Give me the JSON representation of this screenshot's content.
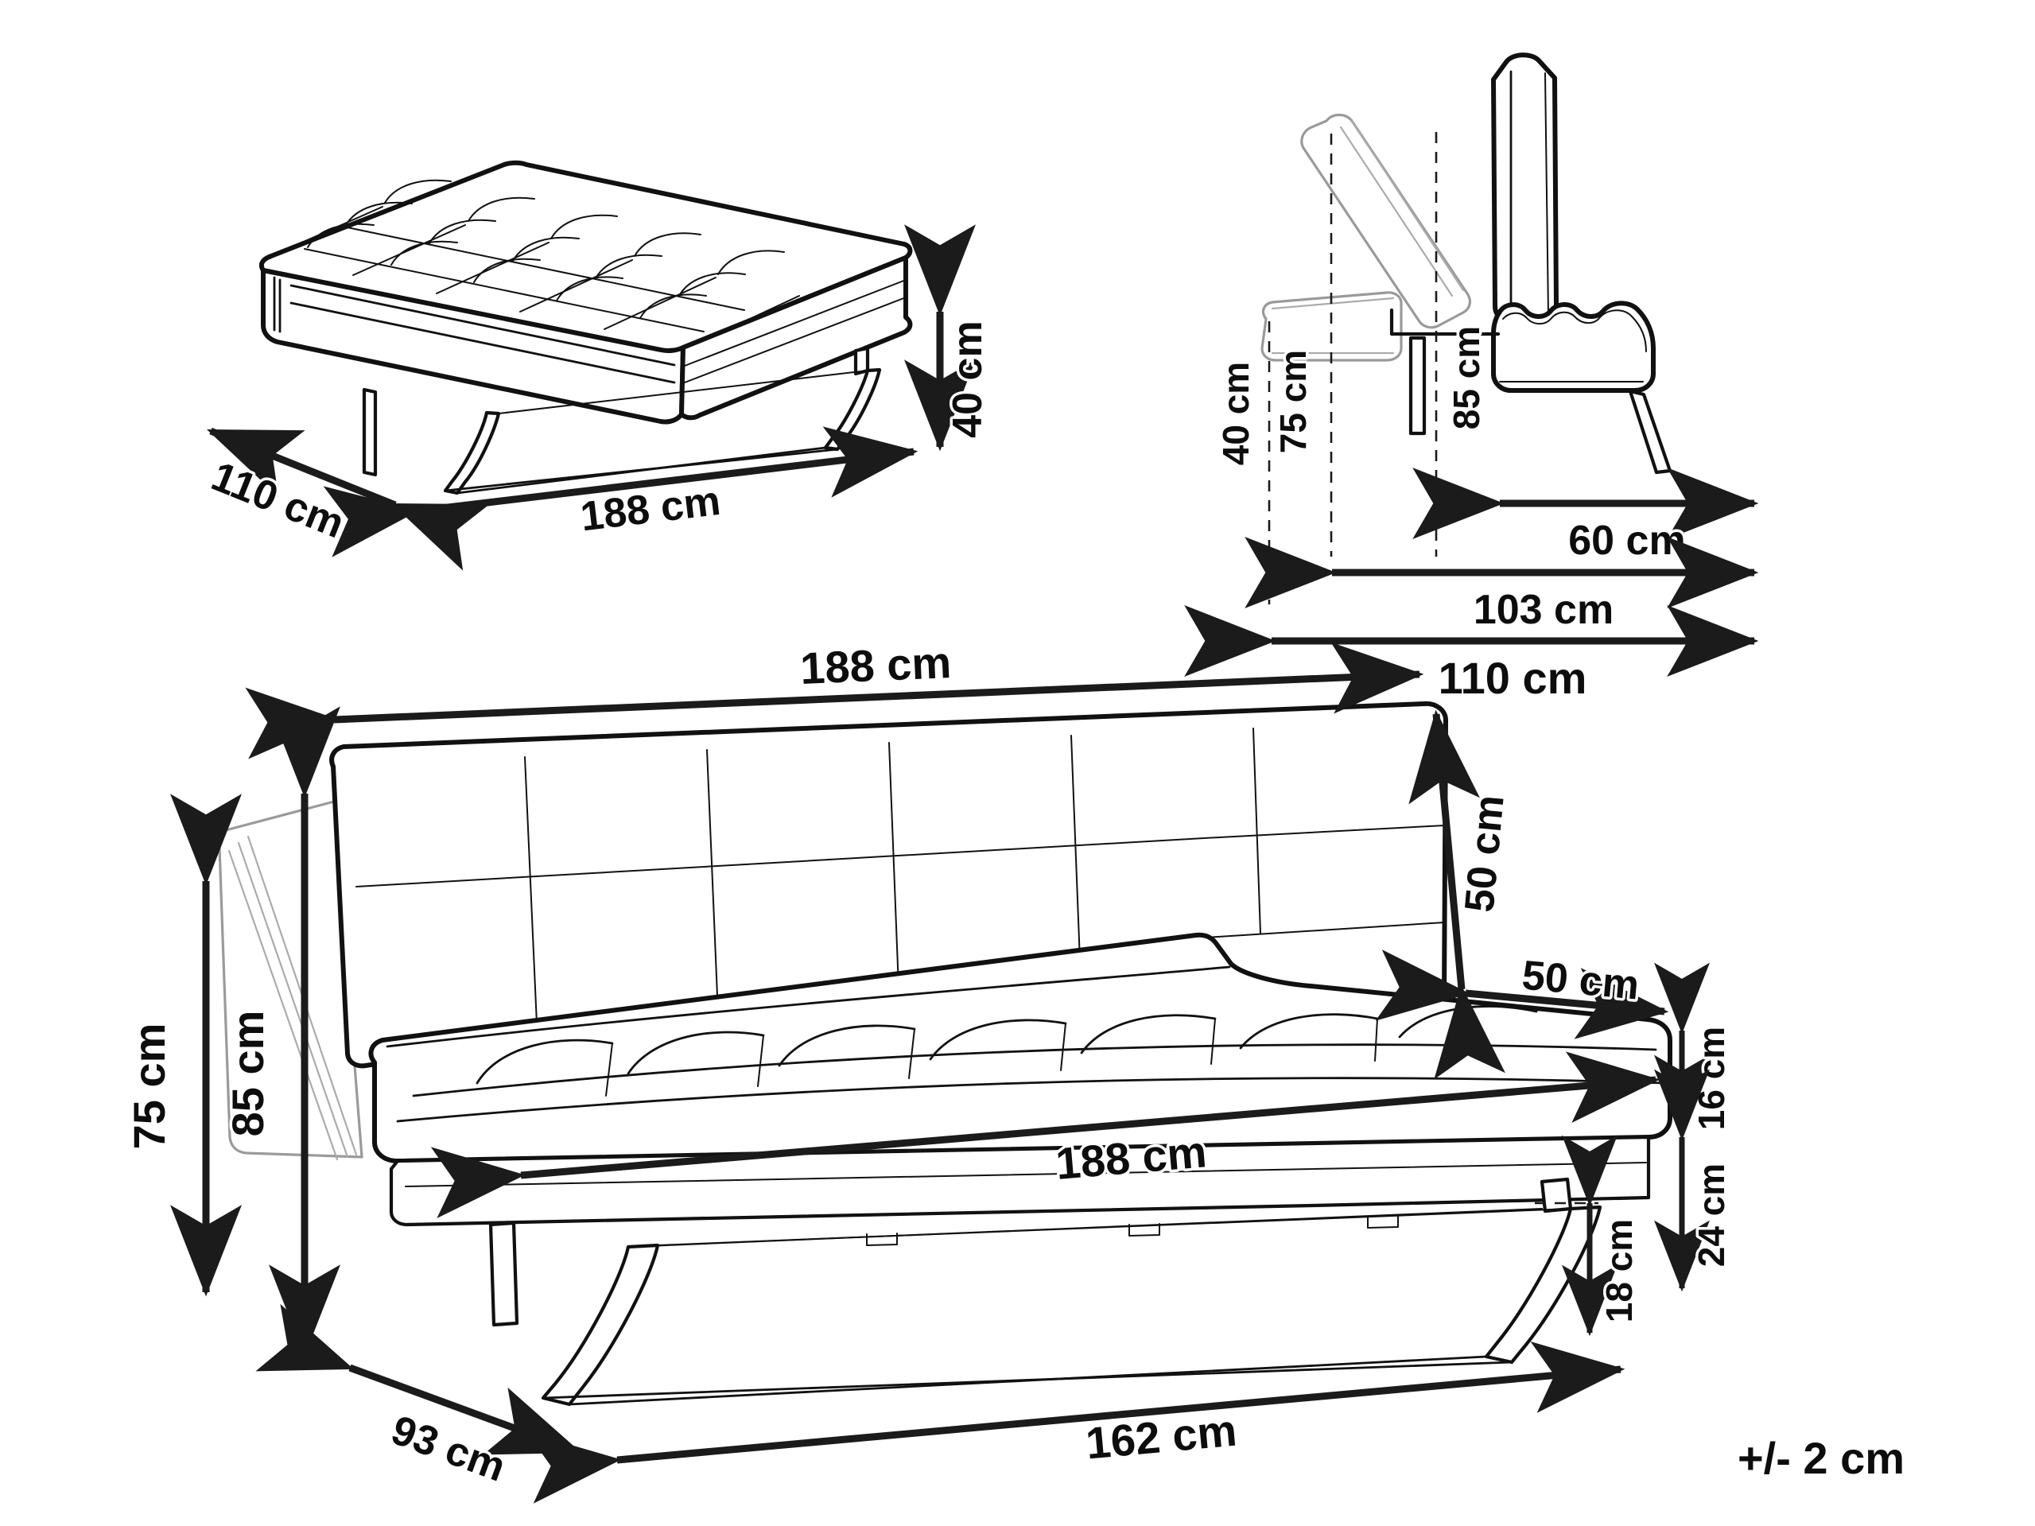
{
  "document": {
    "kind": "furniture-dimension-diagram",
    "product": "click-clack sofa bed",
    "tolerance_note": "+/- 2 cm",
    "unit": "cm",
    "ink_color": "#111111",
    "ghost_color": "#9a9a9a",
    "background_color": "#ffffff"
  },
  "views": {
    "bed": {
      "name": "bed-position-view",
      "dimensions": {
        "length": "188 cm",
        "depth": "110 cm",
        "height": "40 cm"
      }
    },
    "side": {
      "name": "side-profile-view",
      "dimensions": {
        "seat_height": "40 cm",
        "back_height_reclined": "75 cm",
        "back_height_upright": "85 cm",
        "seat_depth": "60 cm",
        "depth_sofa": "103 cm",
        "depth_bed": "110 cm"
      }
    },
    "sofa": {
      "name": "sofa-position-view",
      "dimensions": {
        "width_top": "188 cm",
        "backrest_height": "50 cm",
        "seat_depth": "50 cm",
        "seat_width": "188 cm",
        "seat_thickness": "16 cm",
        "seat_height": "24 cm",
        "leg_height": "18 cm",
        "height_reclined": "75 cm",
        "height_upright": "85 cm",
        "base_depth": "93 cm",
        "base_width": "162 cm"
      }
    }
  },
  "labels": {
    "bed_length": "188 cm",
    "bed_depth": "110 cm",
    "bed_height": "40 cm",
    "side_h40": "40 cm",
    "side_h75": "75 cm",
    "side_h85": "85 cm",
    "side_d60": "60 cm",
    "side_d103": "103 cm",
    "side_d110": "110 cm",
    "sofa_width_top": "188 cm",
    "sofa_back_height": "50 cm",
    "sofa_seat_depth": "50 cm",
    "sofa_seat_width": "188 cm",
    "sofa_seat_thickness": "16 cm",
    "sofa_seat_height": "24 cm",
    "sofa_leg_height": "18 cm",
    "sofa_h75": "75 cm",
    "sofa_h85": "85 cm",
    "sofa_base_depth": "93 cm",
    "sofa_base_width": "162 cm",
    "tolerance": "+/- 2 cm"
  }
}
